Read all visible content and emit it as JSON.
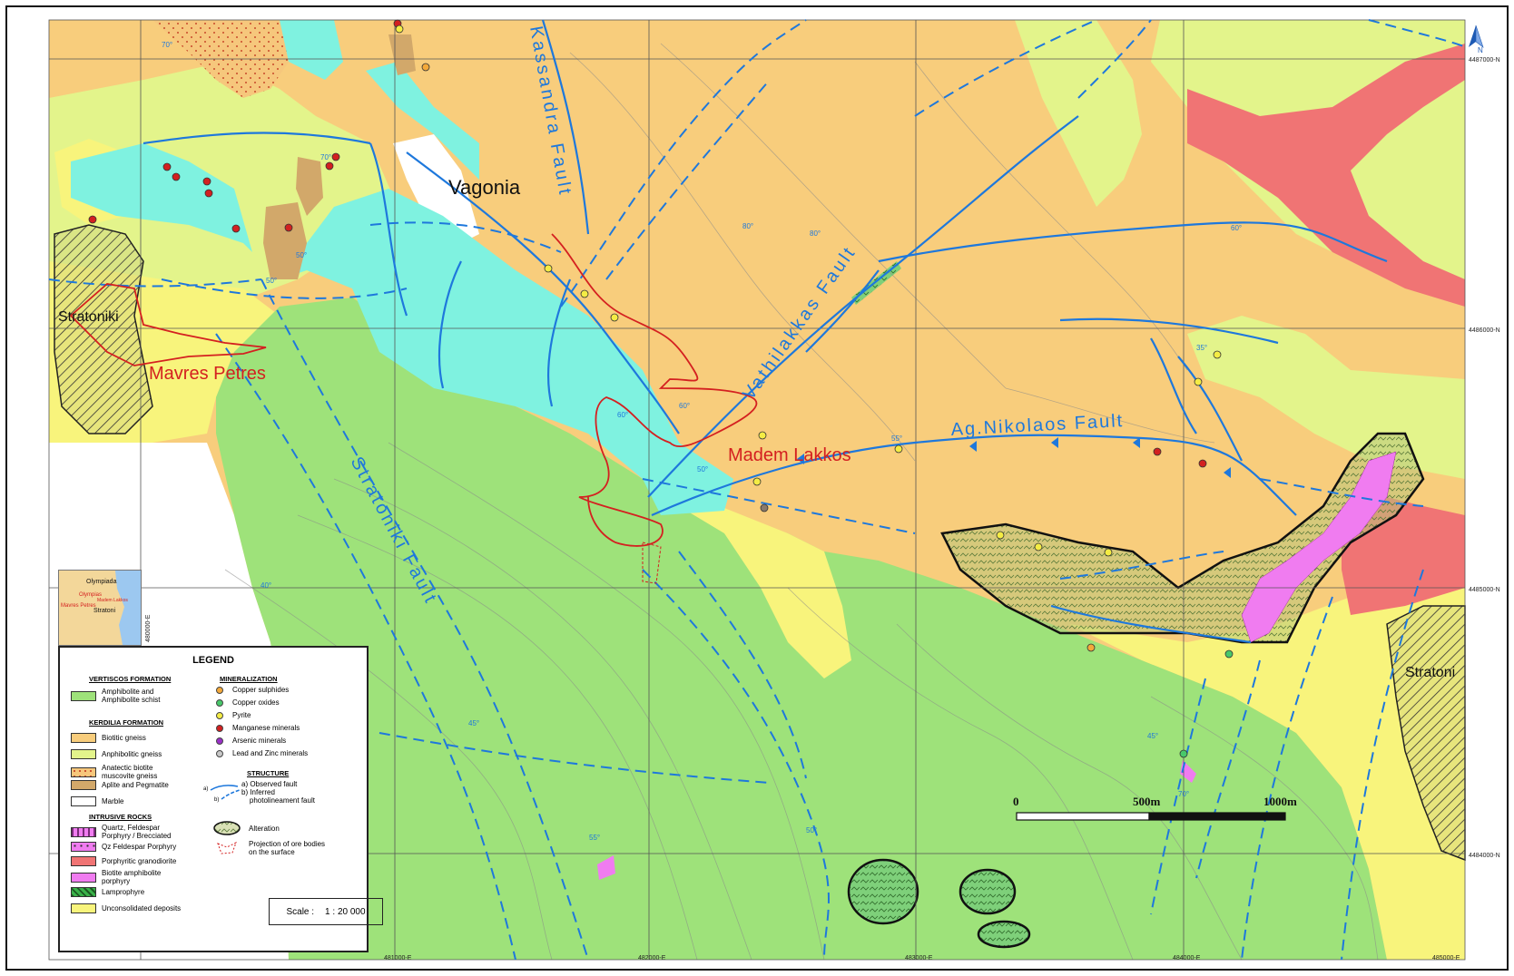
{
  "places": {
    "vagonia": "Vagonia",
    "stratoniki": "Stratoniki",
    "stratoni": "Stratoni",
    "mavres_petres": "Mavres Petres",
    "madem_lakkos": "Madem Lakkos"
  },
  "faults": {
    "kassandra": "Kassandra Fault",
    "vathilakkas": "Vathilakkas Fault",
    "ag_nikolaos": "Ag.Nikolaos Fault",
    "stratoniki": "Stratoniki Fault"
  },
  "grid": {
    "northings": [
      "4487000-N",
      "4486000-N",
      "4485000-N",
      "4484000-N"
    ],
    "eastings": [
      "481000-E",
      "482000-E",
      "483000-E",
      "484000-E",
      "485000-E"
    ],
    "easting_vertical": "480000-E"
  },
  "dips": [
    "70°",
    "50°",
    "80°",
    "80°",
    "70°",
    "50°",
    "60°",
    "60°",
    "55°",
    "35°",
    "60°",
    "45°",
    "70°",
    "55°",
    "40°",
    "45°",
    "50°",
    "50°"
  ],
  "north_arrow": "N",
  "scalebar": {
    "zero": "0",
    "mid": "500m",
    "end": "1000m"
  },
  "inset": {
    "olympiada": "Olympiada",
    "olympias": "Olympias",
    "mavres_petres": "Mavres Petres",
    "madem_lakkos": "Madem Lakkos",
    "stratoni": "Stratoni"
  },
  "legend": {
    "title": "LEGEND",
    "vertiscos": {
      "heading": "VERTISCOS FORMATION",
      "items": [
        {
          "label": "Amphibolite and",
          "label2": "Amphibolite schist",
          "color": "#9ee27a"
        }
      ]
    },
    "kerdilia": {
      "heading": "KERDILIA FORMATION",
      "items": [
        {
          "label": "Biotitic gneiss",
          "color": "#f8cd7c"
        },
        {
          "label": "Anphibolitic gneiss",
          "color": "#e3f48b"
        },
        {
          "label": "Anatectic biotite",
          "label2": "muscovite gneiss",
          "color": "#f6c77c"
        },
        {
          "label": "Aplite and Pegmatite",
          "color": "#d2a86a"
        },
        {
          "label": "Marble",
          "color": "#ffffff"
        }
      ]
    },
    "intrusive": {
      "heading": "INTRUSIVE ROCKS",
      "items": [
        {
          "label": "Quartz, Feldespar",
          "label2": "Porphyry / Brecciated",
          "color": "#f07cf0"
        },
        {
          "label": "Qz Feldespar Porphyry",
          "color": "#f07cf0"
        },
        {
          "label": "Porphyritic granodiorite",
          "color": "#f07474"
        },
        {
          "label": "Biotite amphibolite",
          "label2": "porphyry",
          "color": "#f07cf0"
        },
        {
          "label": "Lamprophyre",
          "color": "#3ab34a"
        },
        {
          "label": "Unconsolidated deposits",
          "color": "#f8f47c"
        }
      ]
    },
    "mineralization": {
      "heading": "MINERALIZATION",
      "items": [
        {
          "label": "Copper sulphides",
          "color": "#f4a93a"
        },
        {
          "label": "Copper oxides",
          "color": "#48c86a"
        },
        {
          "label": "Pyrite",
          "color": "#f4ec44"
        },
        {
          "label": "Manganese minerals",
          "color": "#d22020"
        },
        {
          "label": "Arsenic minerals",
          "color": "#9a30c8"
        },
        {
          "label": "Lead and Zinc minerals",
          "color": "#c8c8c8"
        }
      ]
    },
    "structure": {
      "heading": "STRUCTURE",
      "observed": "a) Observed  fault",
      "inferred": "b)  Inferred",
      "inferred2": "photolineament fault",
      "tag_a": "a)",
      "tag_b": "b)"
    },
    "alteration": "Alteration",
    "projection": {
      "label": "Projection of ore bodies",
      "label2": "on the surface"
    },
    "scale": {
      "label": "Scale :",
      "value": "1 : 20 000"
    }
  },
  "colors": {
    "biotitic_gneiss": "#f8cd7c",
    "amphibolite": "#9ee27a",
    "anphibolitic_gneiss": "#e3f48b",
    "marble_cyan": "#7ff2e0",
    "unconsolidated": "#f8f47c",
    "granodiorite": "#f07474",
    "porphyry": "#f07cf0",
    "fault_blue": "#1e78dc",
    "ore_red": "#d42020"
  }
}
